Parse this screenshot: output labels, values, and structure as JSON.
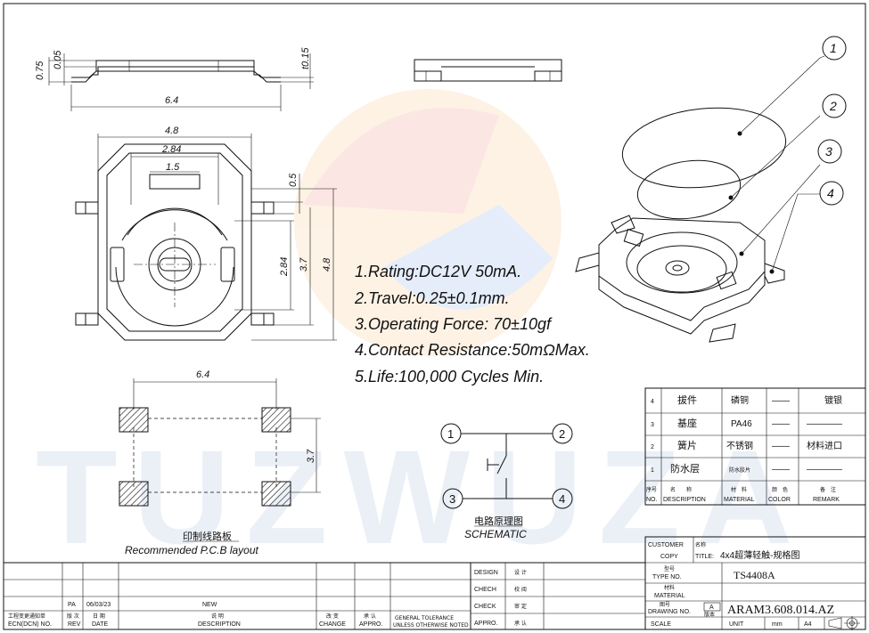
{
  "watermark": {
    "text": "TUZWUZA"
  },
  "dimensions": {
    "side_075": "0.75",
    "side_005": "0.05",
    "side_015": "t0.15",
    "side_64": "6.4",
    "top_48": "4.8",
    "top_284": "2.84",
    "top_15": "1.5",
    "top_05": "0.5",
    "top_284v": "2.84",
    "top_37": "3.7",
    "top_48v": "4.8",
    "pcb_64": "6.4",
    "pcb_37": "3.7"
  },
  "specs": [
    "1.Rating:DC12V 50mA.",
    "2.Travel:0.25±0.1mm.",
    "3.Operating Force: 70±10gf",
    "4.Contact Resistance:50mΩMax.",
    "5.Life:100,000 Cycles Min."
  ],
  "callouts": [
    "1",
    "2",
    "3",
    "4"
  ],
  "pcb": {
    "title_cn": "印制线路板",
    "title_en": "Recommended P.C.B layout"
  },
  "schematic": {
    "title_cn": "电路原理图",
    "title_en": "SCHEMATIC",
    "pins": [
      "1",
      "2",
      "3",
      "4"
    ]
  },
  "bom": {
    "rows": [
      {
        "no": "4",
        "desc": "拔件",
        "material": "磷铜",
        "color": "——",
        "remark": "镀银"
      },
      {
        "no": "3",
        "desc": "基座",
        "material": "PA46",
        "color": "——",
        "remark": "————"
      },
      {
        "no": "2",
        "desc": "簧片",
        "material": "不锈钢",
        "color": "——",
        "remark": "材料进口"
      },
      {
        "no": "1",
        "desc": "防水层",
        "material": "防水胶片",
        "color": "——",
        "remark": "————"
      }
    ],
    "header": {
      "no_cn": "序号",
      "no_en": "NO.",
      "desc_cn": "名　　称",
      "desc_en": "DESCRIPTION",
      "material_cn": "材　料",
      "material_en": "MATERIAL",
      "color_cn": "颜　色",
      "color_en": "COLOR",
      "remark_cn": "备　注",
      "remark_en": "REMARK"
    }
  },
  "title_block": {
    "customer_label": "CUSTOMER",
    "customer_cn": "名称",
    "copy_label": "COPY",
    "title_label": "TITLE:",
    "title_value": "4x4超薄轻触-规格图",
    "type_cn": "型号",
    "type_label": "TYPE NO.",
    "type_value": "TS4408A",
    "material_cn": "材料",
    "material_label": "MATERIAL",
    "drawing_cn": "图号",
    "drawing_label": "DRAWING NO.",
    "drawing_rev": "A",
    "drawing_rev_cn": "版本",
    "drawing_value": "ARAM3.608.014.AZ",
    "scale_label": "SCALE",
    "unit_label": "UNIT",
    "unit_value": "mm",
    "size_value": "A4"
  },
  "signatures": [
    {
      "en": "DESIGN",
      "cn": "设 计"
    },
    {
      "en": "CHECH",
      "cn": "校 阅"
    },
    {
      "en": "CHECK",
      "cn": "审 定"
    },
    {
      "en": "APPRO.",
      "cn": "承 认"
    }
  ],
  "revision": {
    "row": {
      "rev": "PA",
      "date": "06/03/23",
      "desc": "NEW"
    },
    "header": {
      "ecn_cn": "工程变更通知单",
      "ecn_en": "ECN(DCN) NO.",
      "rev_cn": "版 次",
      "rev_en": "REV",
      "date_cn": "日 期",
      "date_en": "DATE",
      "desc_cn": "说 明",
      "desc_en": "DESCRIPTION",
      "change_cn": "改 变",
      "change_en": "CHANGE",
      "appro_cn": "承 认",
      "appro_en": "APPRO.",
      "tol1": "GENERAL TOLERANCE",
      "tol2": "UNLESS OTHERWISE NOTED"
    }
  }
}
